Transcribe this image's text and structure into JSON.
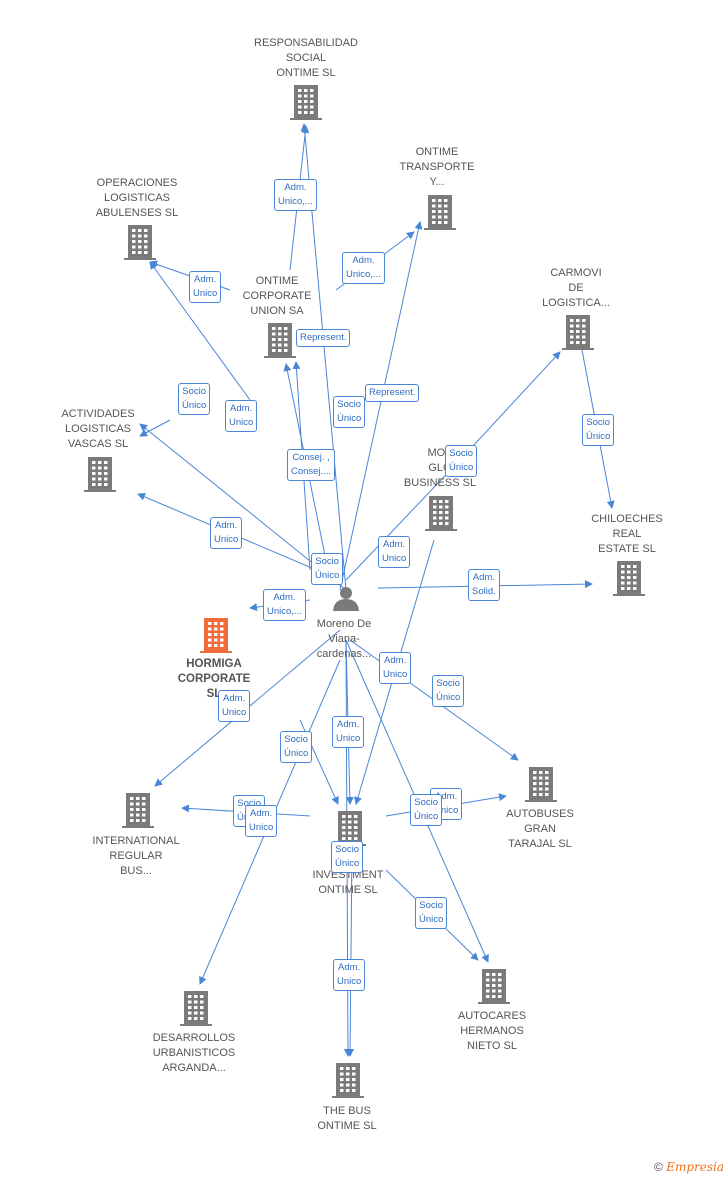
{
  "colors": {
    "edge": "#4a86d6",
    "building": "#7a7a7a",
    "highlight": "#f26b3a",
    "person": "#7a7a7a"
  },
  "person": {
    "name": "Moreno De\nViana-\ncardenas..."
  },
  "companies": [
    {
      "id": "responsabilidad",
      "label": "RESPONSABILIDAD\nSOCIAL\nONTIME  SL"
    },
    {
      "id": "ontime_transporte",
      "label": "ONTIME\nTRANSPORTE\nY..."
    },
    {
      "id": "operaciones",
      "label": "OPERACIONES\nLOGISTICAS\nABULENSES SL"
    },
    {
      "id": "ontime_corporate",
      "label": "ONTIME\nCORPORATE\nUNION SA"
    },
    {
      "id": "carmovi",
      "label": "CARMOVI\nDE\nLOGISTICA..."
    },
    {
      "id": "actividades",
      "label": "ACTIVIDADES\nLOGISTICAS\nVASCAS SL"
    },
    {
      "id": "movil",
      "label": "MOV\nGLO\nBUSINESS  SL"
    },
    {
      "id": "chiloeches",
      "label": "CHILOECHES\nREAL\nESTATE  SL"
    },
    {
      "id": "hormiga",
      "label": "HORMIGA\nCORPORATE\nSL"
    },
    {
      "id": "international",
      "label": "INTERNATIONAL\nREGULAR\nBUS..."
    },
    {
      "id": "investment",
      "label": "INVESTMENT\nONTIME  SL"
    },
    {
      "id": "autobuses",
      "label": "AUTOBUSES\nGRAN\nTARAJAL  SL"
    },
    {
      "id": "autocares",
      "label": "AUTOCARES\nHERMANOS\nNIETO SL"
    },
    {
      "id": "desarrollos",
      "label": "DESARROLLOS\nURBANISTICOS\nARGANDA..."
    },
    {
      "id": "thebus",
      "label": "THE BUS\nONTIME  SL"
    }
  ],
  "edge_labels": [
    "Adm.\nUnico,...",
    "Adm.\nUnico,...",
    "Adm.\nUnico",
    "Represent.",
    "Represent.",
    "Socio\nÚnico",
    "Adm.\nUnico",
    "Socio\nÚnico",
    "Consej. ,\nConsej....",
    "Adm.\nUnico",
    "Socio\nÚnico",
    "Adm.\nUnico",
    "Socio\nÚnico",
    "Socio\nÚnico",
    "Adm.\nSolid.",
    "Adm.\nUnico,...",
    "Adm.\nUnico",
    "Socio\nÚnico",
    "Adm.\nUnico",
    "Socio\nÚnico",
    "Adm.\nUnico",
    "Socio\nÚnico",
    "Adm.\nUnico",
    "Socio\nÚnico",
    "Adm.\nUnico",
    "Adm.\nUnico",
    "Socio\nÚnico",
    "Socio\nÚnico"
  ],
  "footer": {
    "copyright": "©",
    "brand": "Empresia"
  }
}
